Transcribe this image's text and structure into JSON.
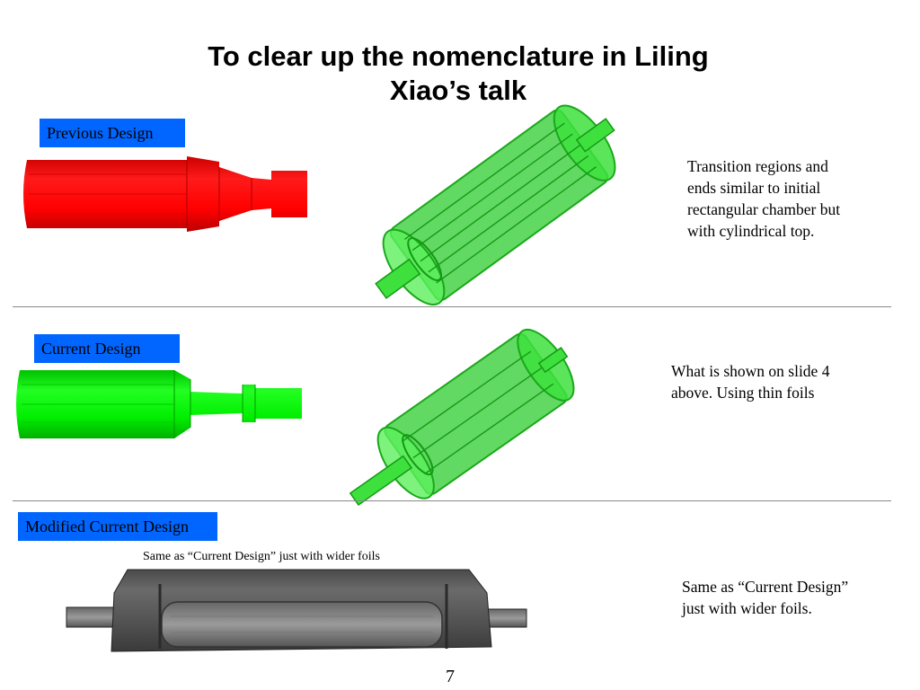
{
  "slide": {
    "title_line1": "To clear up the nomenclature in Liling",
    "title_line2": "Xiao’s talk",
    "page_number": "7"
  },
  "sections": [
    {
      "label": "Previous Design",
      "label_color": "#0066ff",
      "model_color": "#ff0000",
      "render_color": "#22dd22",
      "description": [
        "Transition regions and",
        "ends similar to initial",
        "rectangular chamber but",
        "with cylindrical top."
      ]
    },
    {
      "label": "Current Design",
      "label_color": "#0066ff",
      "model_color": "#00ee00",
      "render_color": "#22dd22",
      "description": [
        "What is shown on slide 4",
        "above. Using thin foils"
      ]
    },
    {
      "label": "Modified Current Design",
      "label_color": "#0066ff",
      "model_color": "#555555",
      "caption": "Same as “Current Design” just with wider foils",
      "description": [
        "Same as “Current Design”",
        "just with wider foils."
      ]
    }
  ]
}
